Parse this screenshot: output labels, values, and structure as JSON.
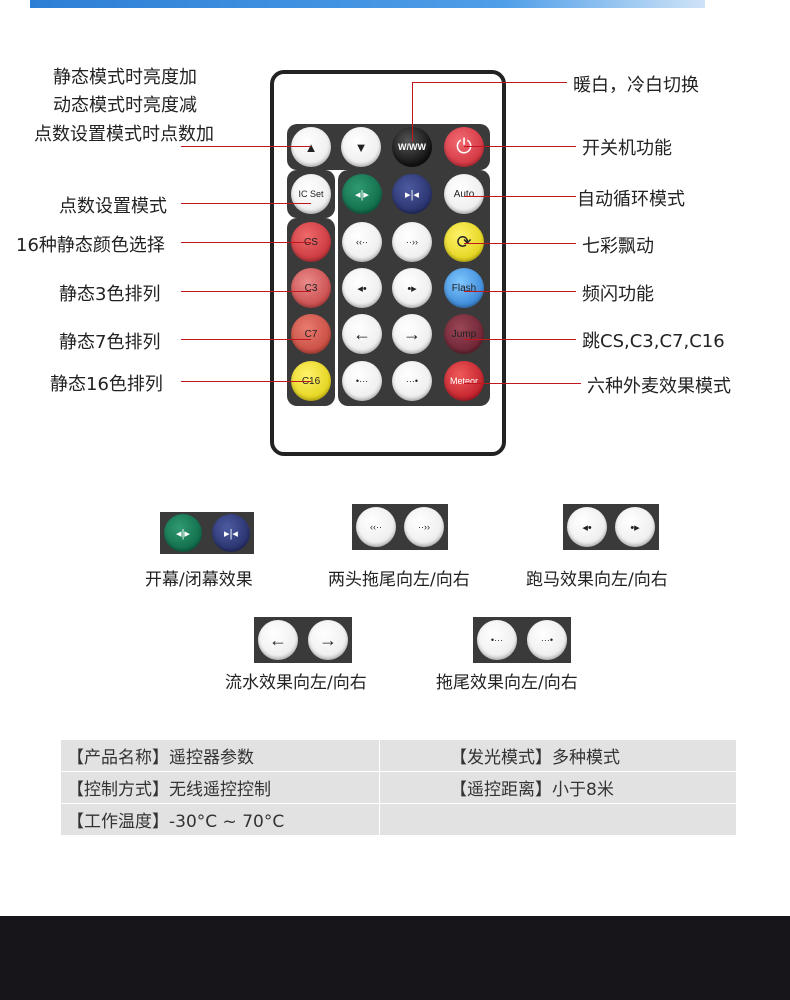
{
  "remote": {
    "logo_text": "",
    "buttons": {
      "up": "▲",
      "down": "▼",
      "www": "W/WW",
      "power": "⏻",
      "icset": "IC Set",
      "open": "◂|▸",
      "close": "▸|◂",
      "auto": "Auto",
      "cs": "CS",
      "tail_left": "‹‹··",
      "tail_right": "··››",
      "rainbow": "⟳",
      "c3": "C3",
      "run_left": "◂•",
      "run_right": "•▸",
      "flash": "Flash",
      "c7": "C7",
      "left": "←",
      "right": "→",
      "jump": "Jump",
      "c16": "C16",
      "dot_left": "•···",
      "dot_right": "···•",
      "meteor": "Meteor"
    }
  },
  "labels_left": [
    "静态模式时亮度加",
    "动态模式时亮度减",
    "点数设置模式时点数加",
    "点数设置模式",
    "16种静态颜色选择",
    "静态3色排列",
    "静态7色排列",
    "静态16色排列"
  ],
  "labels_right": [
    "暖白，冷白切换",
    "开关机功能",
    "自动循环模式",
    "七彩飘动",
    "频闪功能",
    "跳CS,C3,C7,C16",
    "六种外麦效果模式"
  ],
  "demos": [
    {
      "caption": "开幕/闭幕效果",
      "b1": "◂|▸",
      "b2": "▸|◂"
    },
    {
      "caption": "两头拖尾向左/向右",
      "b1": "‹‹··",
      "b2": "··››"
    },
    {
      "caption": "跑马效果向左/向右",
      "b1": "◂•",
      "b2": "•▸"
    },
    {
      "caption": "流水效果向左/向右",
      "b1": "←",
      "b2": "→"
    },
    {
      "caption": "拖尾效果向左/向右",
      "b1": "•···",
      "b2": "···•"
    }
  ],
  "specs": [
    [
      "【产品名称】遥控器参数",
      "【发光模式】多种模式"
    ],
    [
      "【控制方式】无线遥控控制",
      "【遥控距离】小于8米"
    ],
    [
      "【工作温度】-30°C ~ 70°C",
      ""
    ]
  ],
  "colors": {
    "accent_line": "#c0161e",
    "top_bar": "#2d7fd6",
    "bottom_bar": "#17151a"
  }
}
